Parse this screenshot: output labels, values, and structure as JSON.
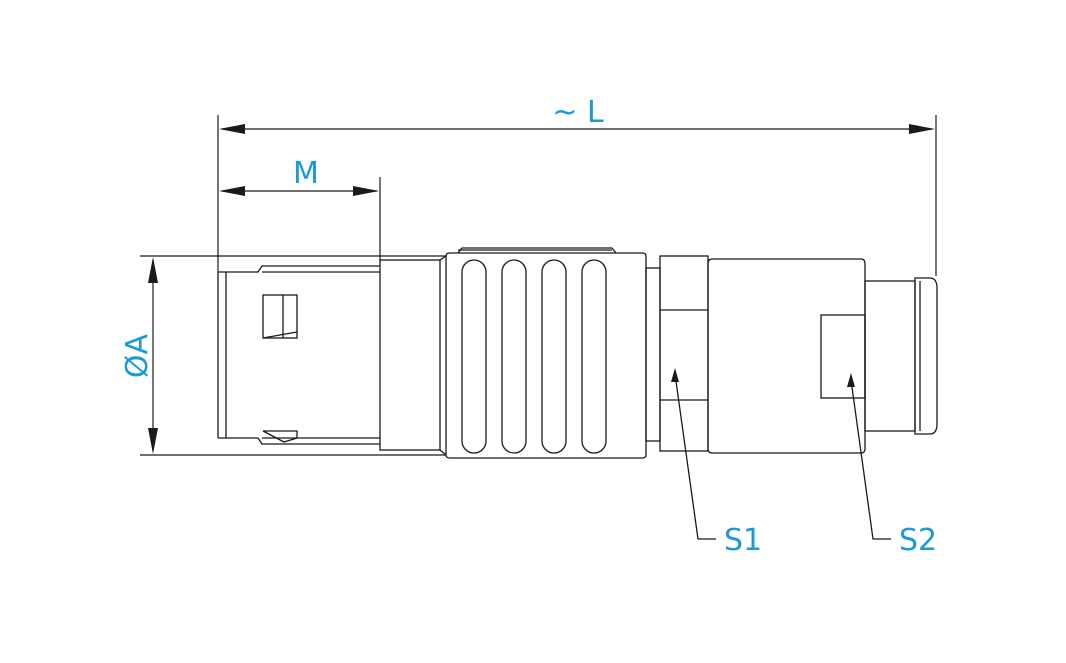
{
  "labels": {
    "length": "~ L",
    "m": "M",
    "diameter": "ØA",
    "s1": "S1",
    "s2": "S2"
  },
  "colors": {
    "label": "#1b9ad6",
    "line": "#1a1a1a",
    "background": "#ffffff"
  }
}
